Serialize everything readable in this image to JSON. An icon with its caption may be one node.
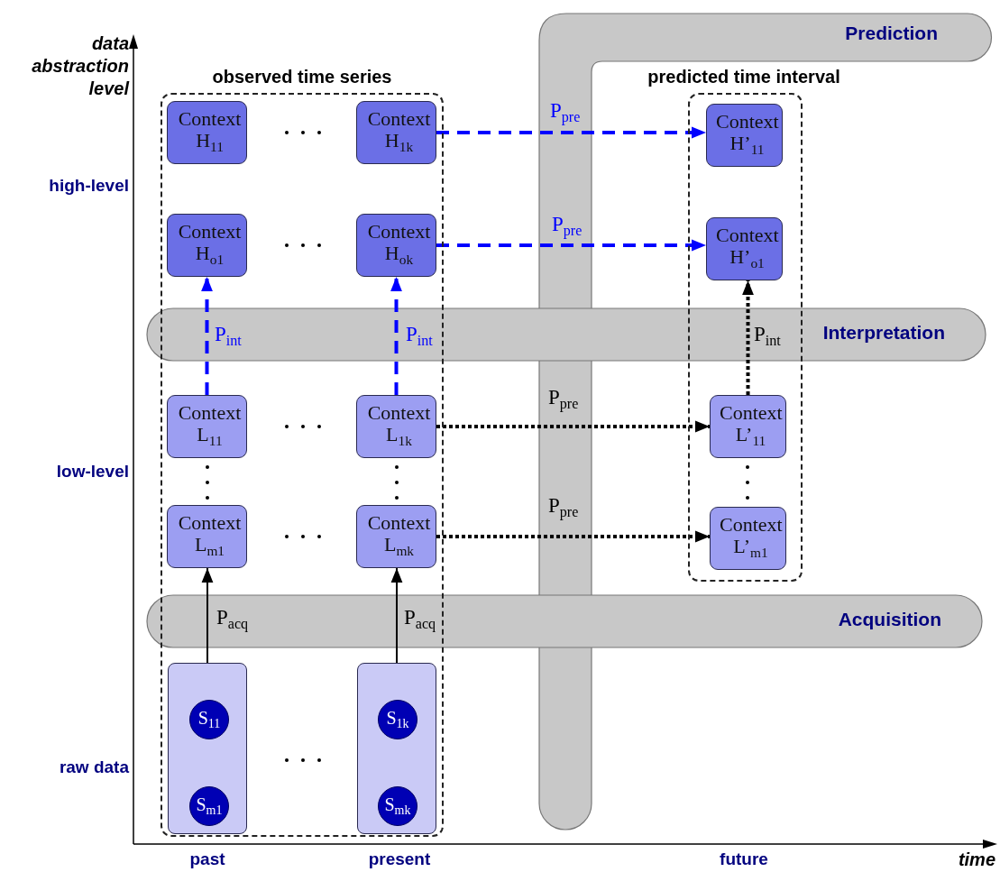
{
  "diagram": {
    "nodes": [
      {
        "text": [
          "observed time series"
        ]
      },
      {
        "text": [
          "Context H$_{11}$"
        ],
        "in": 0
      },
      {
        "text": [
          "Context H$_{1k}$"
        ],
        "in": 0
      },
      {
        "text": [
          "Context H$_{o1}$"
        ],
        "in": 0
      },
      {
        "text": [
          "Context H$_{ok}$"
        ],
        "in": 0
      },
      {
        "text": [
          "Context L$_{11}$"
        ],
        "in": 0
      },
      {
        "text": [
          "Context L$_{1k}$"
        ],
        "in": 0
      },
      {
        "text": [
          "Context L$_{m1}$"
        ],
        "in": 0
      },
      {
        "text": [
          "Context L$_{mk}$"
        ],
        "in": 0
      },
      {
        "text": [],
        "shape": "box",
        "in": 0
      },
      {
        "text": [
          "S$_{11}$"
        ],
        "in": 9
      },
      {
        "text": [
          "S$_{m1}$"
        ],
        "in": 9
      },
      {
        "text": [],
        "shape": "box",
        "in": 0
      },
      {
        "text": [
          "S$_{1k}$"
        ],
        "in": 12
      },
      {
        "text": [
          "S$_{mk}$"
        ],
        "in": 12
      },
      {
        "text": [
          "predicted time interval"
        ]
      },
      {
        "text": [
          "Context H’$_{11}$"
        ],
        "in": 15
      },
      {
        "text": [
          "Context H’$_{o1}$"
        ],
        "in": 15
      },
      {
        "text": [
          "Context L’$_{11}$"
        ],
        "in": 15
      },
      {
        "text": [
          "Context L’$_{m1}$"
        ],
        "in": 15
      },
      {
        "text": [
          "Prediction"
        ]
      },
      {
        "text": [
          "Interpretation"
        ]
      },
      {
        "text": [
          "Acquisition"
        ]
      }
    ],
    "edges": [
      {
        "from": 9,
        "to": 7,
        "arrow": "to",
        "label": "P$_{acq}$"
      },
      {
        "from": 12,
        "to": 8,
        "arrow": "to",
        "label": "P$_{acq}$"
      },
      {
        "from": 5,
        "to": 3,
        "arrow": "to",
        "label": "P$_{int}$",
        "style": "dashed",
        "color": "#0000ff"
      },
      {
        "from": 6,
        "to": 4,
        "arrow": "to",
        "label": "P$_{int}$",
        "style": "dashed",
        "color": "#0000ff"
      },
      {
        "from": 2,
        "to": 16,
        "arrow": "to",
        "label": "P$_{pre}$",
        "style": "dashed",
        "color": "#0000ff"
      },
      {
        "from": 4,
        "to": 17,
        "arrow": "to",
        "label": "P$_{pre}$",
        "style": "dashed",
        "color": "#0000ff"
      },
      {
        "from": 6,
        "to": 18,
        "arrow": "to",
        "label": "P$_{pre}$",
        "style": "dashed"
      },
      {
        "from": 8,
        "to": 19,
        "arrow": "to",
        "label": "P$_{pre}$",
        "style": "dashed"
      },
      {
        "from": 18,
        "to": 17,
        "arrow": "to",
        "label": "P$_{int}$",
        "style": "dashed"
      }
    ],
    "labels": [
      "data abstraction level",
      "high-level",
      "low-level",
      "raw data",
      "past",
      "present",
      "future",
      "time"
    ]
  }
}
